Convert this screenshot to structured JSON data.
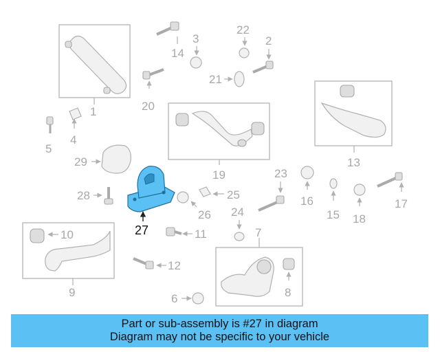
{
  "labels": {
    "l1": "1",
    "l2": "2",
    "l3": "3",
    "l4": "4",
    "l5": "5",
    "l6": "6",
    "l7": "7",
    "l8": "8",
    "l9": "9",
    "l10": "10",
    "l11": "11",
    "l12": "12",
    "l13": "13",
    "l14": "14",
    "l15": "15",
    "l16": "16",
    "l17": "17",
    "l18": "18",
    "l19": "19",
    "l20": "20",
    "l21": "21",
    "l22": "22",
    "l23": "23",
    "l24": "24",
    "l25": "25",
    "l26": "26",
    "l27": "27",
    "l28": "28",
    "l29": "29"
  },
  "highlight": {
    "part": "27",
    "color": "#5bc0f4"
  },
  "banner": {
    "line1": "Part or sub-assembly is #27 in diagram",
    "line2": "Diagram may not be specific to your vehicle",
    "color": "#5bc0f4"
  }
}
